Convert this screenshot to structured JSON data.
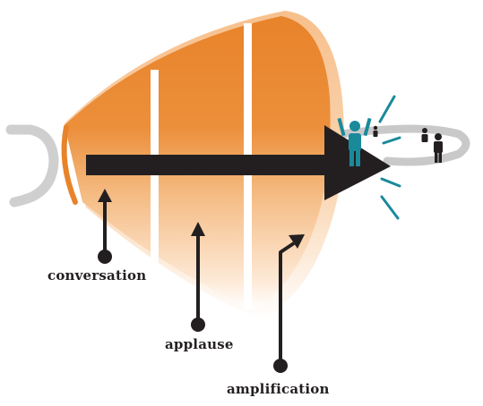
{
  "labels": {
    "conversation": "conversation",
    "applause": "applause",
    "amplification": "amplification"
  },
  "colors": {
    "megaphone_orange": "#e8832a",
    "megaphone_light": "#f6c592",
    "megaphone_rim": "#f8c79a",
    "arrow": "#231f20",
    "handle": "#c9c9c9",
    "speaker_teal": "#1a8a9b",
    "person_dark": "#231f20",
    "label_text": "#231f20"
  },
  "icons": {
    "speaker": "person-arms-raised-icon",
    "listeners": "person-icon",
    "signal": "signal-rays-icon"
  }
}
